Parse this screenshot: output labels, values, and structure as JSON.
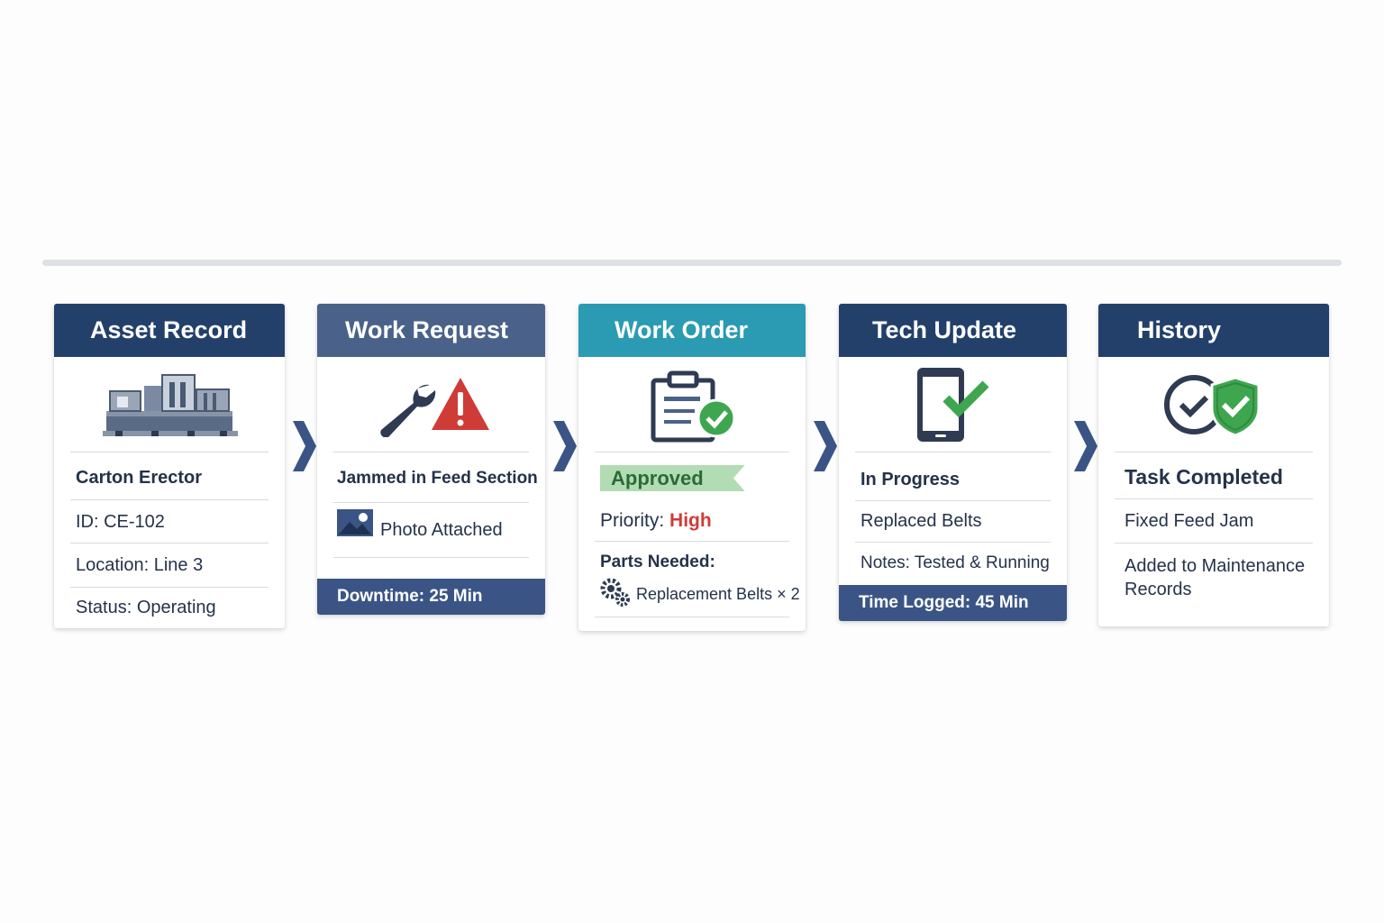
{
  "cards": [
    {
      "title": "Asset Record",
      "icon": "machine-icon",
      "name": "Carton Erector",
      "id": "ID: CE-102",
      "location": "Location: Line 3",
      "status": "Status: Operating"
    },
    {
      "title": "Work Request",
      "icon": "wrench-warning-icon",
      "issue": "Jammed in Feed Section",
      "photo": "Photo Attached",
      "downtime": "Downtime: 25 Min"
    },
    {
      "title": "Work Order",
      "icon": "clipboard-check-icon",
      "status": "Approved",
      "priority_label": "Priority:",
      "priority_value": "High",
      "parts_label": "Parts Needed:",
      "parts": "Replacement Belts × 2"
    },
    {
      "title": "Tech Update",
      "icon": "phone-check-icon",
      "status": "In Progress",
      "action": "Replaced Belts",
      "notes": "Notes: Tested & Running",
      "time": "Time Logged: 45 Min"
    },
    {
      "title": "History",
      "icon": "check-shield-icon",
      "status": "Task Completed",
      "action": "Fixed Feed Jam",
      "record": "Added to Maintenance Records"
    }
  ],
  "colors": {
    "navy": "#23406b",
    "slate": "#4a6289",
    "teal": "#2a9bb3",
    "green": "#3ea64f",
    "red": "#d03b36",
    "chevron": "#3a5585"
  }
}
